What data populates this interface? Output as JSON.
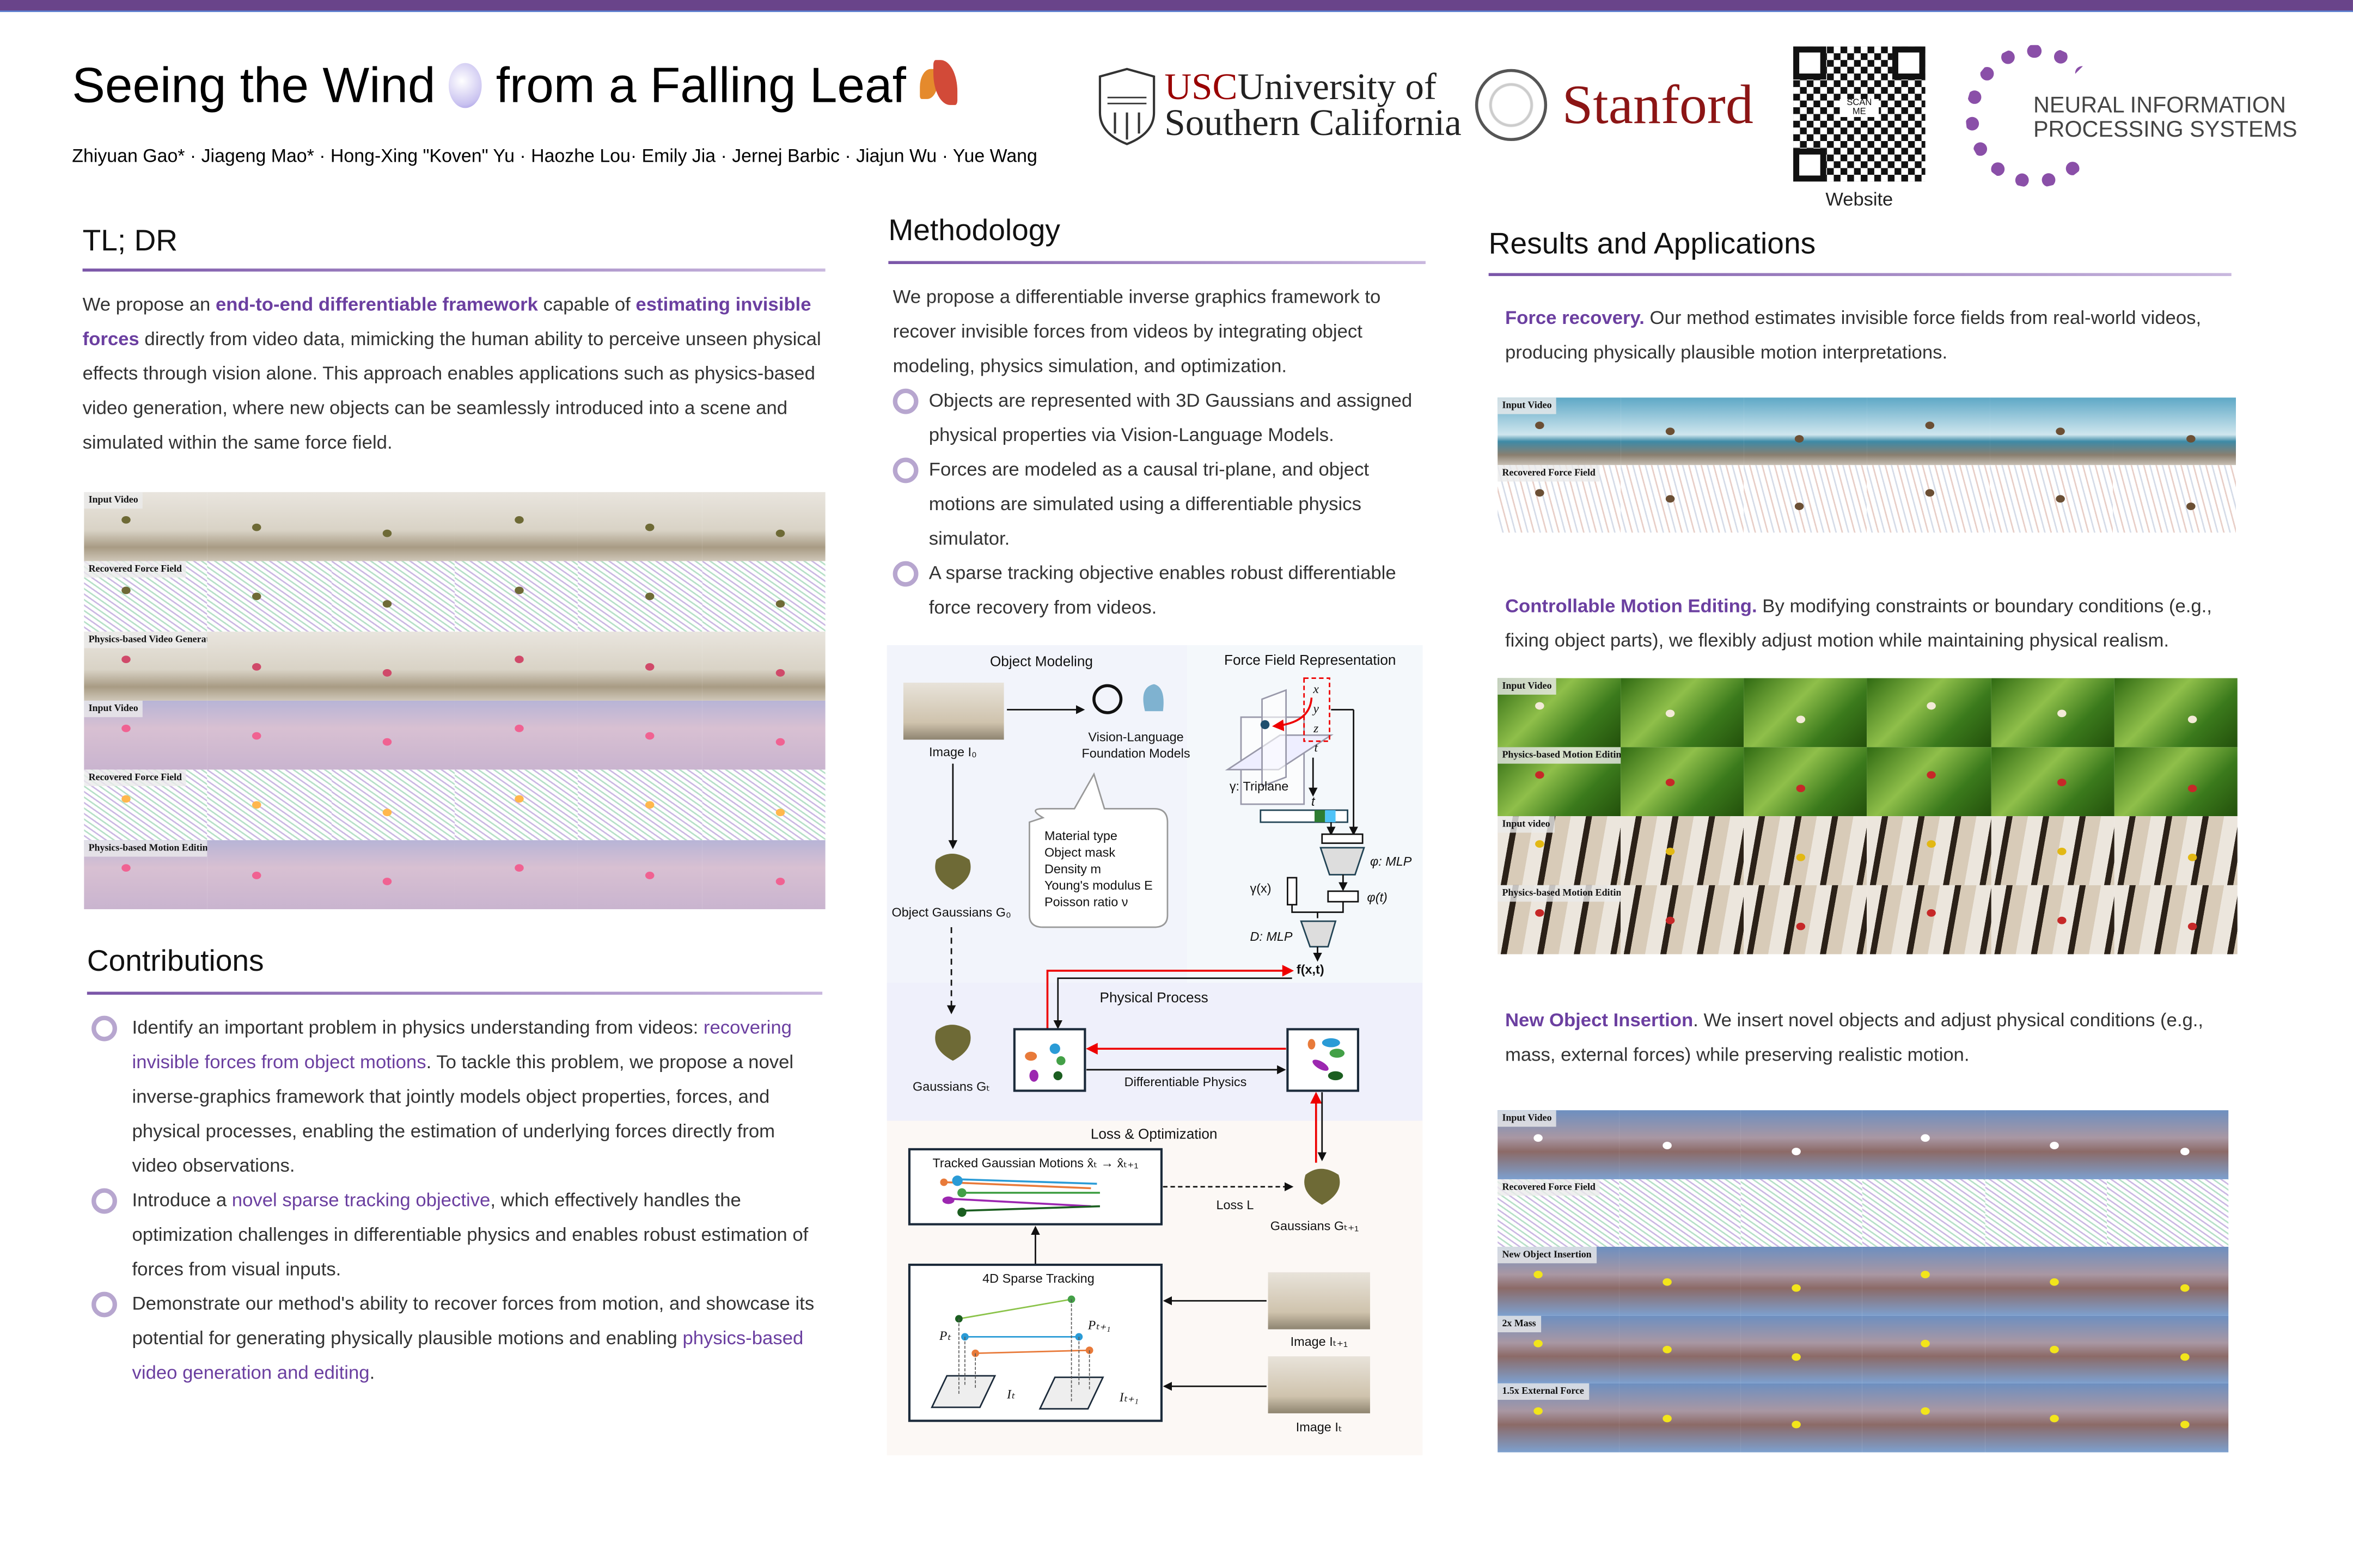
{
  "header": {
    "title_part1": "Seeing the Wind",
    "title_part2": "from a Falling Leaf",
    "authors": "Zhiyuan Gao* · Jiageng Mao* · Hong-Xing \"Koven\" Yu · Haozhe Lou· Emily Jia · Jernej Barbic · Jiajun Wu · Yue Wang",
    "logos": {
      "usc_abbr": "USC",
      "usc_line1": "University of",
      "usc_line2": "Southern California",
      "stanford": "Stanford",
      "qr_label": "Website",
      "qr_inner": "SCAN ME",
      "neurips_line1": "NEURAL INFORMATION",
      "neurips_line2": "PROCESSING SYSTEMS"
    },
    "colors": {
      "accent": "#6b3fa0",
      "topbar": "#69448a"
    }
  },
  "tldr": {
    "heading": "TL; DR",
    "t1": "We propose an ",
    "h1": "end-to-end differentiable framework",
    "t2": " capable of ",
    "h2": "estimating invisible forces",
    "t3": " directly from video data, mimicking the human ability to perceive unseen physical effects through vision alone. This approach enables applications such as physics-based video generation, where new objects can be seamlessly introduced into a scene and simulated within the same force field.",
    "grid_labels": [
      "Input Video",
      "Recovered Force Field",
      "Physics-based Video Generation",
      "Input Video",
      "Recovered Force Field",
      "Physics-based Motion Editing"
    ]
  },
  "contributions": {
    "heading": "Contributions",
    "items": [
      {
        "t1": "Identify an important problem in physics understanding from videos: ",
        "h": "recovering invisible forces from object motions",
        "t2": ". To tackle this problem, we propose a novel inverse-graphics framework that jointly models object properties, forces, and physical processes, enabling the estimation of underlying forces directly from video observations."
      },
      {
        "t1": "Introduce a ",
        "h": "novel sparse tracking objective",
        "t2": ", which effectively handles the optimization challenges in differentiable physics and enables robust estimation of forces from visual inputs."
      },
      {
        "t1": "Demonstrate our method's ability to recover forces from motion, and showcase its potential for generating physically plausible motions and enabling ",
        "h": "physics-based video generation and editing",
        "t2": "."
      }
    ]
  },
  "methodology": {
    "heading": "Methodology",
    "intro": "We propose a differentiable inverse graphics framework to recover invisible forces from videos by integrating object modeling, physics simulation, and optimization.",
    "bullets": [
      "Objects are represented with 3D Gaussians and assigned physical properties via Vision-Language Models.",
      "Forces are modeled as a causal tri-plane, and object motions are simulated using a differentiable physics simulator.",
      "A sparse tracking objective enables robust differentiable force recovery from videos."
    ],
    "diagram": {
      "object_modeling": "Object Modeling",
      "force_field": "Force Field Representation",
      "image0": "Image I₀",
      "vlm1": "Vision-Language",
      "vlm2": "Foundation Models",
      "props": [
        "Material type",
        "Object mask",
        "Density m",
        "Young's modulus E",
        "Poisson ratio ν"
      ],
      "obj_gauss": "Object Gaussians G₀",
      "triplane": "γ: Triplane",
      "coords": [
        "x",
        "y",
        "z",
        "t"
      ],
      "t_label": "t",
      "phi_mlp": "φ: MLP",
      "gamma_x": "γ(x)",
      "phi_t": "φ(t)",
      "d_mlp": "D: MLP",
      "fxt": "f(x,t)",
      "physical_process": "Physical Process",
      "gauss_t": "Gaussians Gₜ",
      "diff_physics": "Differentiable Physics",
      "loss_opt": "Loss & Optimization",
      "tracked": "Tracked Gaussian Motions x̂ₜ → x̂ₜ₊₁",
      "loss": "Loss L",
      "gauss_t1": "Gaussians Gₜ₊₁",
      "sparse": "4D Sparse Tracking",
      "pt": "Pₜ",
      "pt1": "Pₜ₊₁",
      "it": "Iₜ",
      "it1": "Iₜ₊₁",
      "image_t1": "Image Iₜ₊₁",
      "image_t": "Image Iₜ"
    }
  },
  "results": {
    "heading": "Results and Applications",
    "force_title": "Force recovery.",
    "force_text": " Our method estimates invisible force fields from real-world videos, producing physically plausible motion interpretations.",
    "force_labels": [
      "Input Video",
      "Recovered Force Field"
    ],
    "edit_title": "Controllable Motion Editing.",
    "edit_text": " By modifying constraints or boundary conditions (e.g., fixing object parts), we flexibly adjust motion while maintaining physical realism.",
    "edit_labels": [
      "Input Video",
      "Physics-based Motion Editing",
      "Input video",
      "Physics-based Motion Editing"
    ],
    "insert_title": "New Object Insertion",
    "insert_text": ". We insert novel objects and adjust physical conditions (e.g., mass, external forces) while preserving realistic motion.",
    "insert_labels": [
      "Input Video",
      "Recovered Force Field",
      "New Object Insertion",
      "2x Mass",
      "1.5x External Force"
    ]
  }
}
